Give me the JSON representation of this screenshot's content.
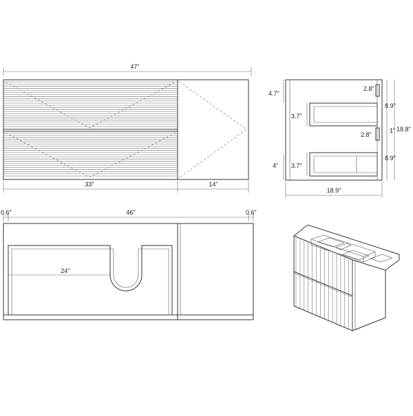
{
  "front_view": {
    "overall_width": "47\"",
    "drawer_width": "33\"",
    "side_panel_width": "14\""
  },
  "side_view": {
    "top_rail": "4.7\"",
    "drawer_face_top": "3.7\"",
    "drawer_face_bottom": "3.7\"",
    "bottom_rail": "4\"",
    "handle_gap_top": "2.8\"",
    "handle_gap_mid": "2.8\"",
    "upper_drawer_height": "8.9\"",
    "lower_drawer_height": "8.9\"",
    "gap": "1\"",
    "overall_height": "18.8\"",
    "depth": "18.9\""
  },
  "top_view": {
    "left_margin": "0.6\"",
    "inner_width": "46\"",
    "right_margin": "0.6\"",
    "drawer_depth_label": "24\""
  },
  "perspective_view": {
    "label": ""
  }
}
